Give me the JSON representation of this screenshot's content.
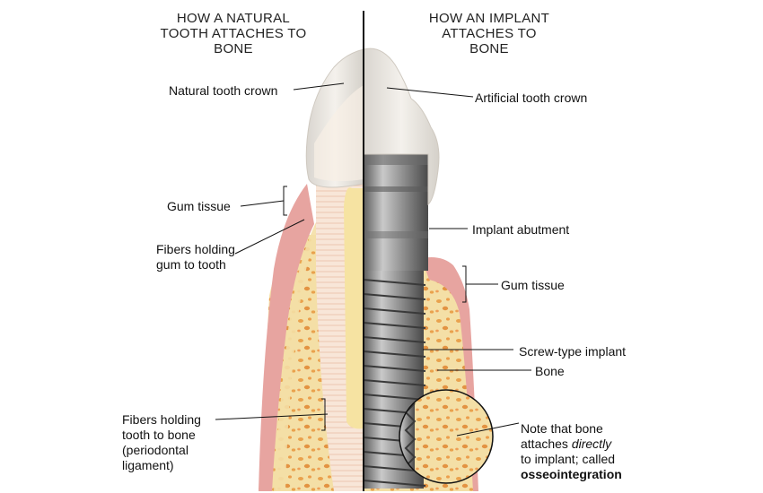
{
  "headings": {
    "natural": [
      "HOW A NATURAL",
      "TOOTH ATTACHES TO",
      "BONE"
    ],
    "implant": [
      "HOW AN IMPLANT",
      "ATTACHES TO",
      "BONE"
    ]
  },
  "labels": {
    "natural_crown": "Natural tooth crown",
    "gum_tissue_left": "Gum tissue",
    "fibers_gum": [
      "Fibers holding",
      "gum to tooth"
    ],
    "fibers_bone": [
      "Fibers holding",
      "tooth to bone",
      "(periodontal",
      "ligament)"
    ],
    "artificial_crown": "Artificial tooth crown",
    "implant_abutment": "Implant abutment",
    "gum_tissue_right": "Gum tissue",
    "screw_implant": "Screw-type implant",
    "bone": "Bone",
    "note": {
      "line1": "Note that bone",
      "line2_pre": "attaches ",
      "line2_em": "directly",
      "line3": "to implant; called",
      "line4": "osseointegration"
    }
  },
  "colors": {
    "bone": "#f4dfa6",
    "bone_spots": "#e9a24d",
    "gum": "#e7a4a0",
    "crown": "#eeeae4",
    "implant_metal": "#8a8a8a",
    "divider": "#111111"
  }
}
